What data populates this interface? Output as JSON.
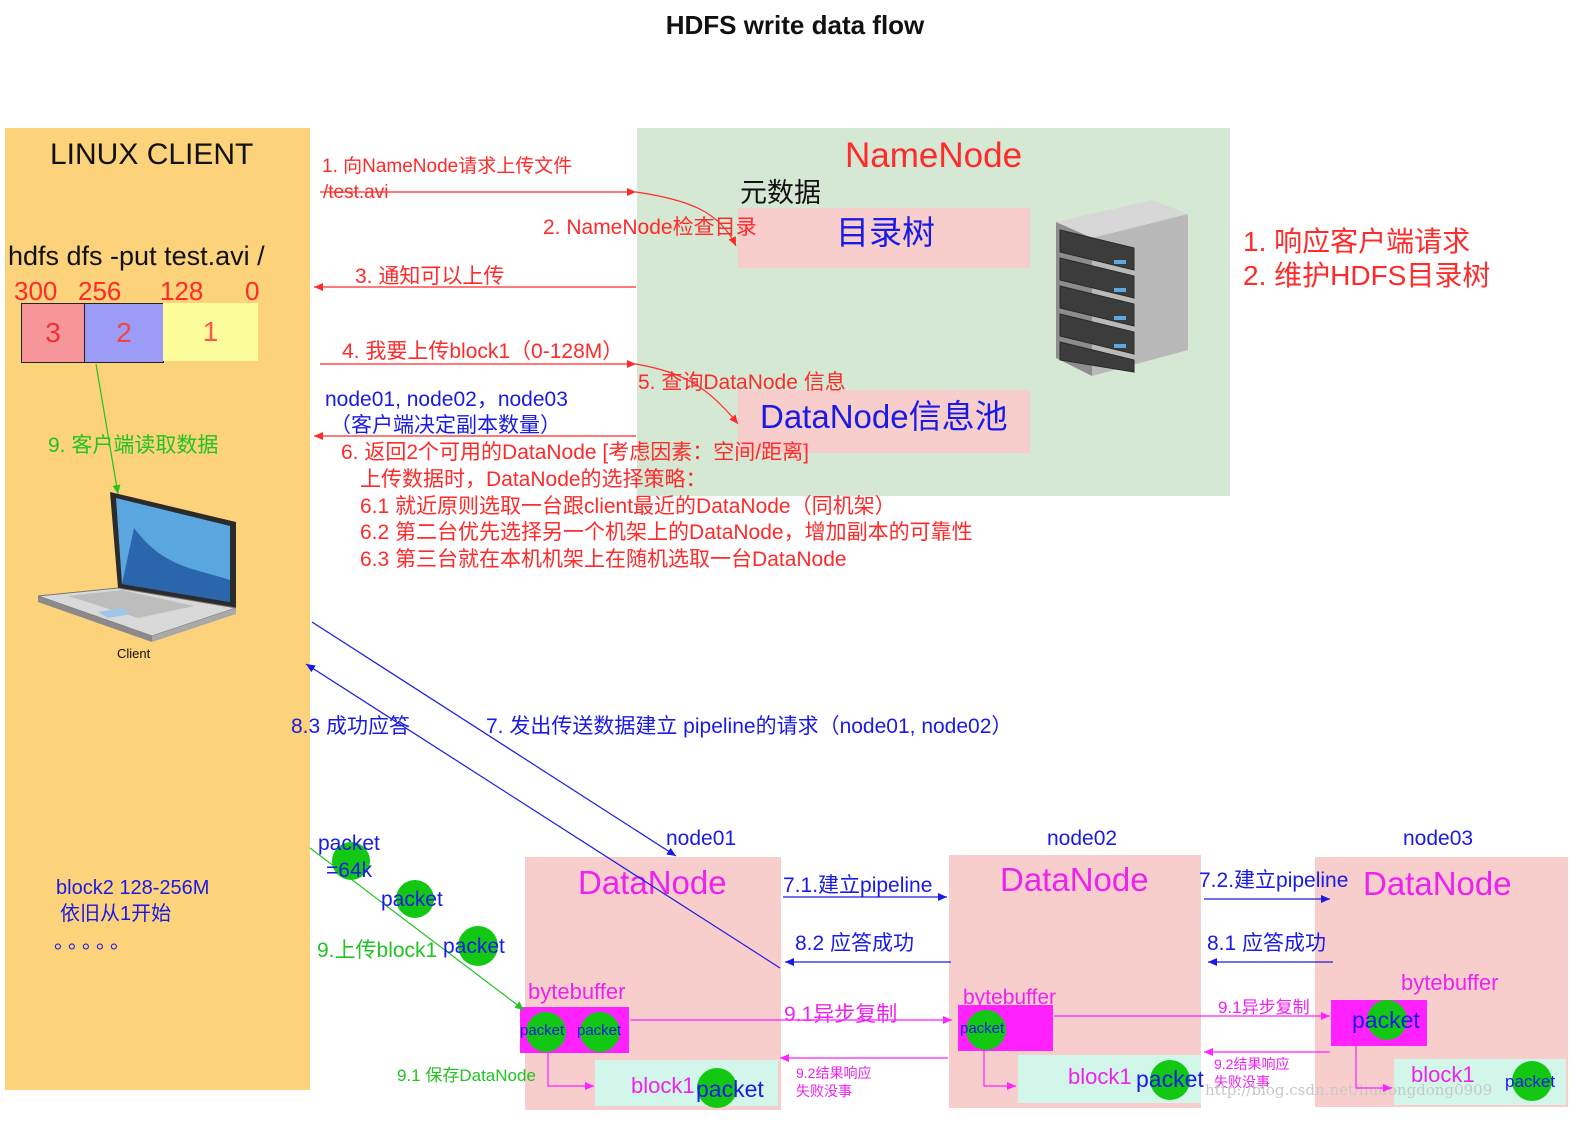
{
  "title": "HDFS write data flow",
  "client": {
    "title": "LINUX CLIENT",
    "command": "hdfs dfs -put test.avi /",
    "offsets": [
      "300",
      "256",
      "128",
      "0"
    ],
    "blocks": [
      "3",
      "2",
      "1"
    ],
    "laptop_label": "Client",
    "block2_line1": "block2 128-256M",
    "block2_line2": "依旧从1开始",
    "ellipsis": "。。。。。"
  },
  "namenode": {
    "title": "NameNode",
    "metadata_label": "元数据",
    "dir_tree": "目录树",
    "dn_pool": "DataNode信息池",
    "duties": [
      "1. 响应客户端请求",
      "2. 维护HDFS目录树"
    ]
  },
  "steps": {
    "s1_line1": "1. 向NameNode请求上传文件",
    "s1_line2": "/test.avi",
    "s2": "2. NameNode检查目录",
    "s3": "3. 通知可以上传",
    "s4": "4. 我要上传block1（0-128M）",
    "s5": "5. 查询DataNode 信息",
    "nodes_line1": "node01, node02，node03",
    "nodes_line2": "（客户端决定副本数量）",
    "s6_lines": [
      "6. 返回2个可用的DataNode [考虑因素：空间/距离]",
      "上传数据时，DataNode的选择策略：",
      "6.1 就近原则选取一台跟client最近的DataNode（同机架）",
      "6.2 第二台优先选择另一个机架上的DataNode，增加副本的可靠性",
      "6.3 第三台就在本机机架上在随机选取一台DataNode"
    ],
    "s9_read": "9. 客户端读取数据",
    "s83": "8.3 成功应答",
    "s7": "7. 发出传送数据建立 pipeline的请求（node01, node02）",
    "packet_64k_1": "packet",
    "packet_64k_2": "=64k",
    "packet_mid": "packet",
    "s9_upload": "9.上传block1",
    "packet_upload": "packet",
    "s91_save": "9.1 保存DataNode",
    "s71": "7.1.建立pipeline",
    "s72": "7.2.建立pipeline",
    "s82": "8.2 应答成功",
    "s81": "8.1 应答成功",
    "s91_async_a": "9.1异步复制",
    "s91_async_b": "9.1异步复制",
    "s92_a_line1": "9.2结果响应",
    "s92_a_line2": "失败没事",
    "s92_b_line1": "9.2结果响应",
    "s92_b_line2": "失败没事"
  },
  "datanodes": [
    {
      "node": "node01",
      "title": "DataNode",
      "buffer": "bytebuffer",
      "packets": [
        "packet",
        "packet"
      ],
      "block": "block1",
      "block_packet": "packet"
    },
    {
      "node": "node02",
      "title": "DataNode",
      "buffer": "bytebuffer",
      "packets": [
        "packet"
      ],
      "block": "block1",
      "block_packet": "packet"
    },
    {
      "node": "node03",
      "title": "DataNode",
      "buffer": "bytebuffer",
      "packets": [
        "packet"
      ],
      "block": "block1",
      "block_packet": "packet"
    }
  ],
  "watermark": "http://blog.csdn.net/liudongdong0909",
  "colors": {
    "client_bg": "#fcd27a",
    "namenode_bg": "#d5e8d4",
    "pink_bg": "#f8cecc",
    "red_text": "#ff2a2a",
    "blue_text": "#1a1ae6",
    "green_text": "#22c322",
    "magenta": "#ff22ff",
    "packet_green": "#12c812",
    "block_bg": "#d2f7ea"
  }
}
